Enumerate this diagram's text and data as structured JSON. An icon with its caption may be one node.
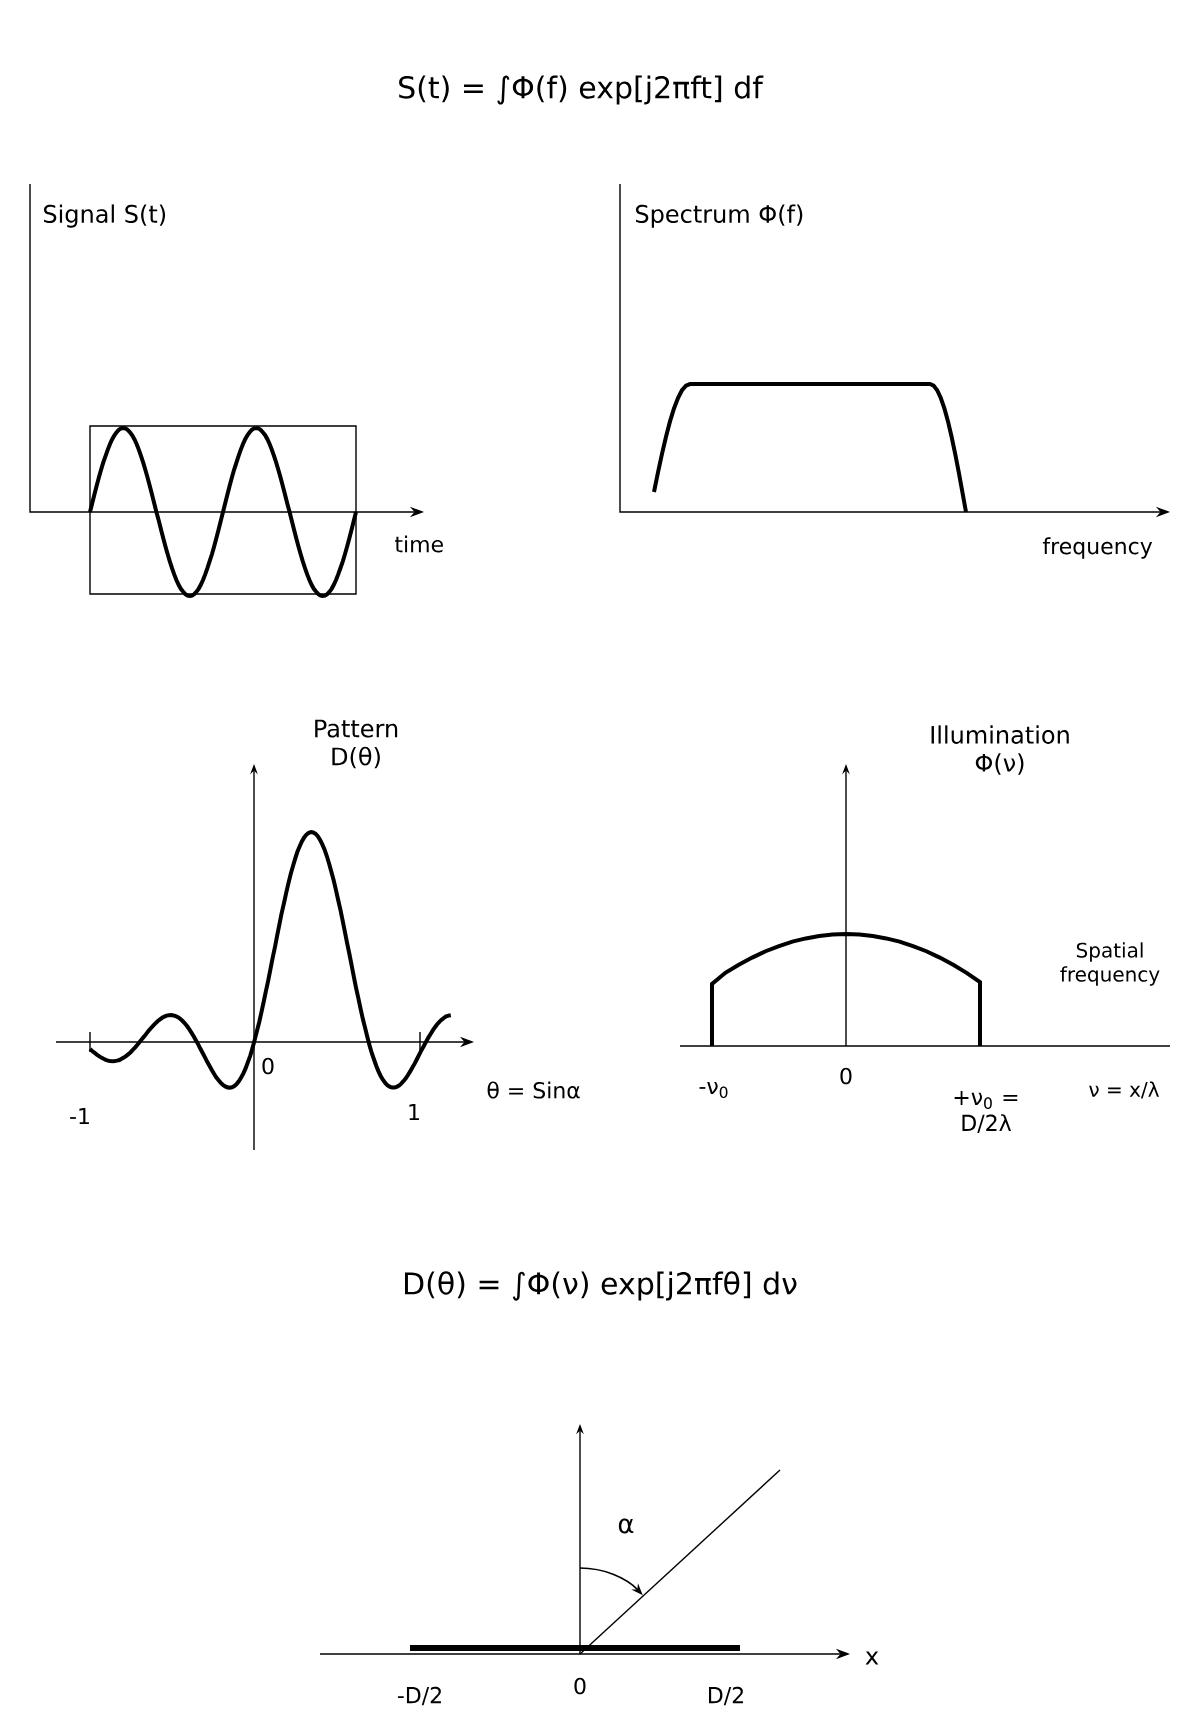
{
  "diagram": {
    "labels": [
      "S(t) = ∫Φ(f) exp[j2πft] df",
      "Signal S(t)",
      "time",
      "Spectrum Φ(f)",
      "frequency",
      "Pattern D(θ)",
      "0",
      "-1",
      "1",
      "θ = Sinα",
      "Illumination Φ(ν)",
      "Spatial frequency",
      "-ν$_{0}$",
      "0",
      "+ν$_{0}$ = D/2λ",
      "ν = x/λ",
      "D(θ) = ∫Φ(ν) exp[j2πfθ] dν",
      "α",
      "0",
      "x",
      "-D/2",
      "D/2"
    ]
  }
}
